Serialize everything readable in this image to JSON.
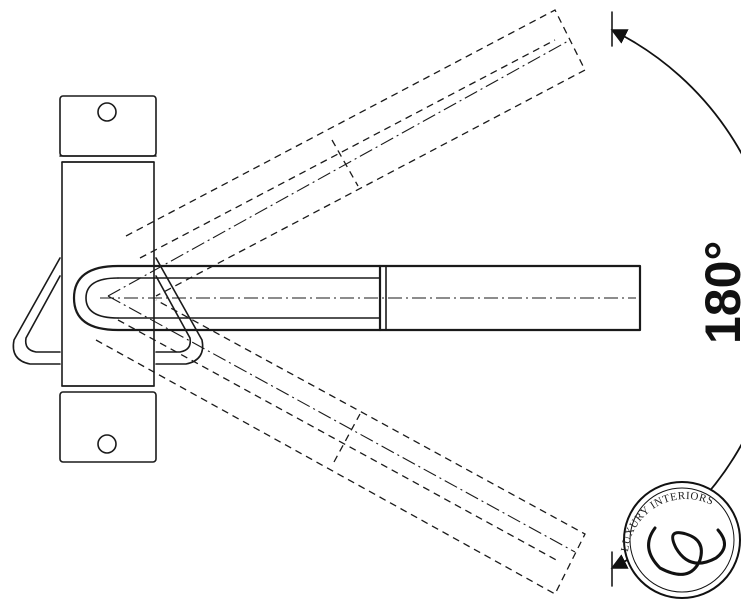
{
  "diagram": {
    "rotation_label": "180°",
    "rotation_range_degrees": 180,
    "colors": {
      "stroke": "#1a1a1a",
      "background": "#ffffff"
    }
  },
  "watermark": {
    "text": "LUXURY INTERIORS"
  }
}
